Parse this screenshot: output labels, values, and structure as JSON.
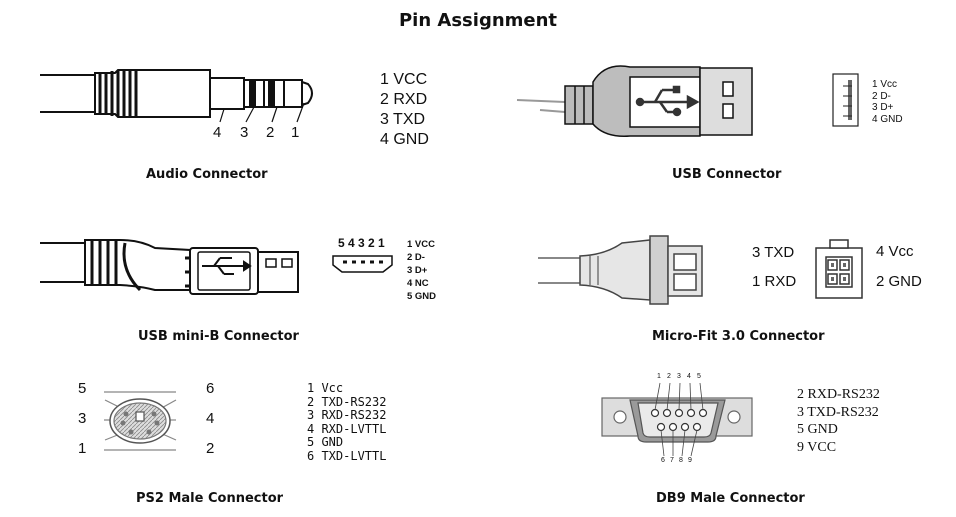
{
  "title": "Pin Assignment",
  "connectors": {
    "audio": {
      "caption": "Audio Connector",
      "pins": [
        "1 VCC",
        "2 RXD",
        "3 TXD",
        "4 GND"
      ],
      "ring_numbers": [
        "4",
        "3",
        "2",
        "1"
      ]
    },
    "usb": {
      "caption": "USB Connector",
      "pins": [
        "1 Vcc",
        "2 D-",
        "3 D+",
        "4 GND"
      ]
    },
    "usb_mini_b": {
      "caption": "USB mini-B Connector",
      "pin_header": "5 4 3 2 1",
      "pins": [
        "1 VCC",
        "2 D-",
        "3 D+",
        "4 NC",
        "5 GND"
      ]
    },
    "micro_fit": {
      "caption": "Micro-Fit 3.0 Connector",
      "labels": {
        "top_left": "3 TXD",
        "bottom_left": "1 RXD",
        "top_right": "4 Vcc",
        "bottom_right": "2 GND"
      }
    },
    "ps2": {
      "caption": "PS2 Male Connector",
      "numbers": {
        "top_left": "5",
        "top_right": "6",
        "mid_left": "3",
        "mid_right": "4",
        "bottom_left": "1",
        "bottom_right": "2"
      },
      "pins": [
        "1 Vcc",
        "2 TXD-RS232",
        "3 RXD-RS232",
        "4 RXD-LVTTL",
        "5 GND",
        "6 TXD-LVTTL"
      ]
    },
    "db9": {
      "caption": "DB9 Male Connector",
      "top_numbers": [
        "1",
        "2",
        "3",
        "4",
        "5"
      ],
      "bottom_numbers": [
        "6",
        "7",
        "8",
        "9"
      ],
      "pins": [
        "2 RXD-RS232",
        "3 TXD-RS232",
        "5 GND",
        "9 VCC"
      ]
    }
  }
}
